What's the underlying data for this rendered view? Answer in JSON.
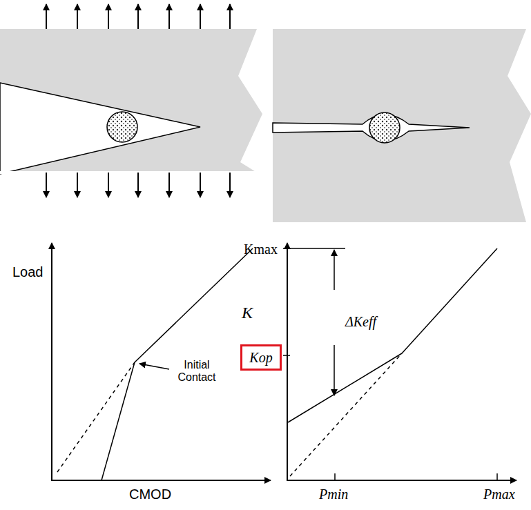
{
  "diagram": {
    "nodes": [
      {
        "text": [
          "Kop"
        ]
      }
    ],
    "labels": [
      "Load",
      "CMOD",
      "Initial Contact",
      "Kmax",
      "K",
      "ΔKeff",
      "Pmin",
      "Pmax"
    ]
  }
}
